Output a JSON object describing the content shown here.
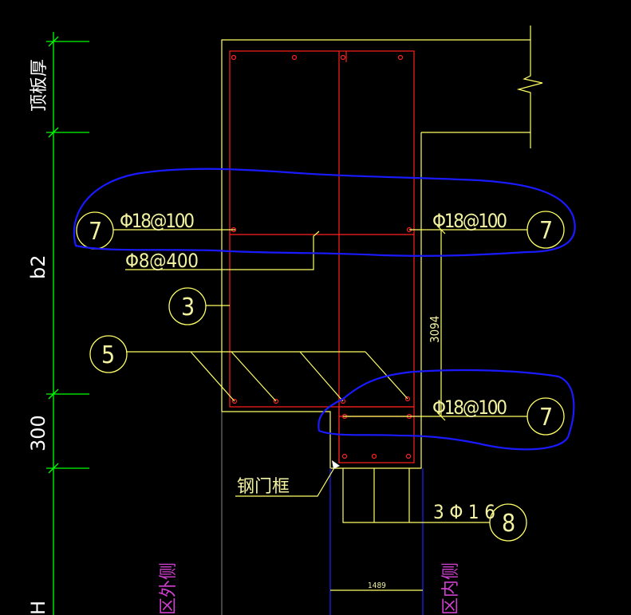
{
  "colors": {
    "background": "#000000",
    "dimension": "#00ff00",
    "outline": "#ffff66",
    "rebar": "#ff2020",
    "callout": "#ffff66",
    "markup": "#1a1aff",
    "gridline": "#2020ff",
    "side_text": "#d040d0",
    "white_text": "#ffffff"
  },
  "dimensions": {
    "top_label": "顶板厚",
    "middle_label": "b2",
    "lower_label": "300",
    "bottom_label": "H"
  },
  "callouts": {
    "rebar_left_top": "Φ18@100",
    "rebar_right_top": "Φ18@100",
    "rebar_right_bottom": "Φ18@100",
    "tie_bar": "Φ8@400",
    "length": "3094",
    "bars_8": "3Φ16",
    "frame_label": "钢门框",
    "span_dim": "1489"
  },
  "markers": {
    "m7a": "7",
    "m7b": "7",
    "m7c": "7",
    "m3": "3",
    "m5": "5",
    "m8": "8"
  },
  "side_text": {
    "left": "区外侧",
    "right": "区内侧"
  }
}
